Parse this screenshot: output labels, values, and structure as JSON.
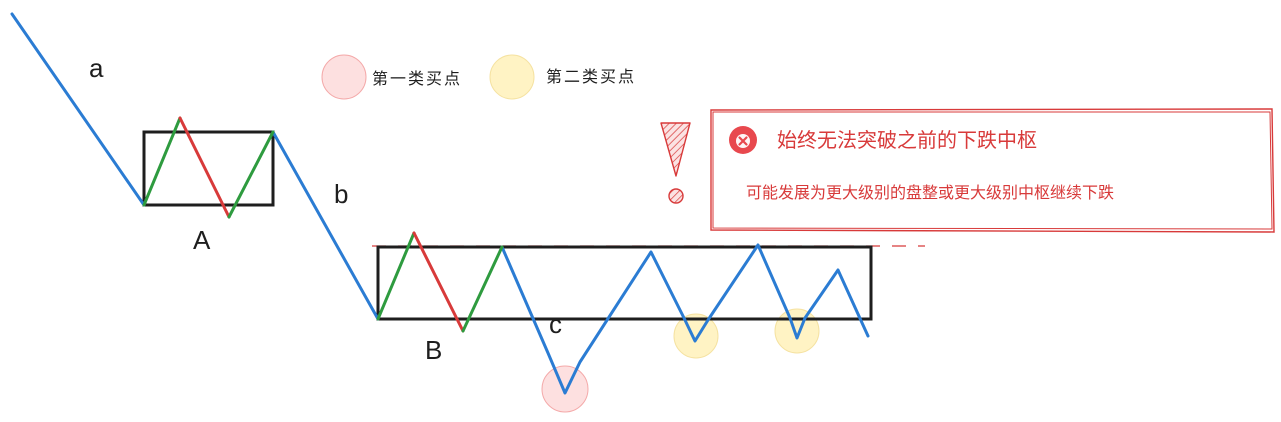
{
  "labels": {
    "a": "a",
    "b": "b",
    "c": "c",
    "A": "A",
    "B": "B"
  },
  "legend": {
    "first_buy": "第一类买点",
    "second_buy": "第二类买点"
  },
  "callout": {
    "title": "始终无法突破之前的下跌中枢",
    "subtitle": "可能发展为更大级别的盘整或更大级别中枢继续下跌"
  },
  "colors": {
    "trend_line": "#2b7cd3",
    "up_stroke": "#2e9b3f",
    "down_stroke": "#d83a3a",
    "box": "#1e1e1e",
    "first_buy_fill": "#fde0e0",
    "second_buy_fill": "#fff3c4",
    "callout_border": "#d83a3a",
    "callout_text": "#d83a3a"
  },
  "icons": {
    "warning": "exclamation-icon",
    "error": "x-circle-icon"
  }
}
